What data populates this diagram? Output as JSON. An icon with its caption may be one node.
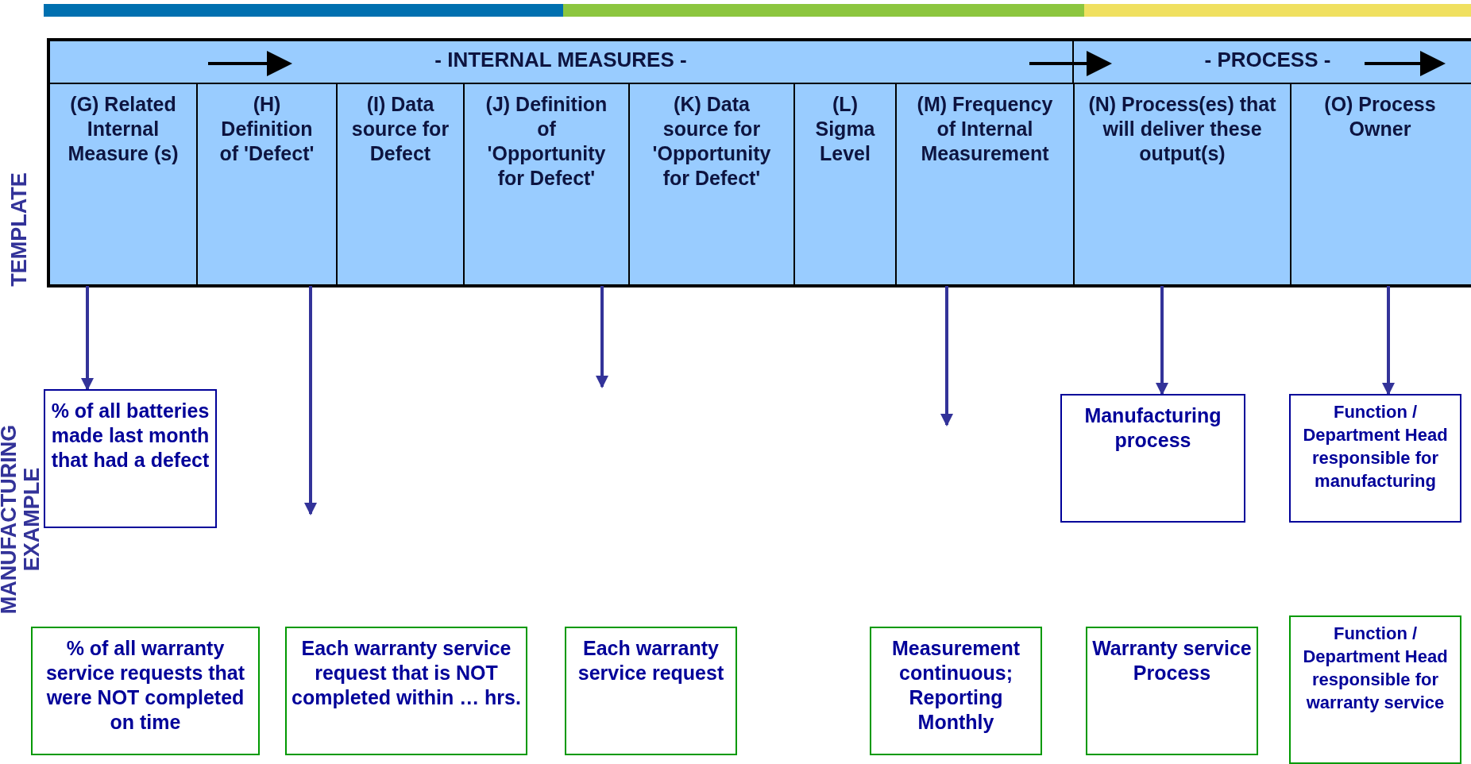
{
  "diagram": {
    "nodes": [
      {
        "text": [
          "(G) Related Internal Measure (s)"
        ]
      },
      {
        "text": [
          "(H) Definition of 'Defect'"
        ]
      },
      {
        "text": [
          "(I) Data source for Defect"
        ]
      },
      {
        "text": [
          "(J) Definition of 'Opportunity for Defect'"
        ]
      },
      {
        "text": [
          "(K) Data source for 'Opportunity for Defect'"
        ]
      },
      {
        "text": [
          "(L) Sigma Level"
        ]
      },
      {
        "text": [
          "(M) Frequency of Internal Measurement"
        ]
      },
      {
        "text": [
          "(N) Process(es) that will deliver these output(s)"
        ]
      },
      {
        "text": [
          "(O) Process Owner"
        ]
      },
      {
        "text": [
          "% of all batteries made last month that had a defect"
        ]
      },
      {
        "text": [
          "Manufacturing process"
        ]
      },
      {
        "text": [
          "Function / Department Head responsible for manufacturing"
        ]
      },
      {
        "text": [
          "% of all warranty service requests that were NOT completed on time"
        ]
      },
      {
        "text": [
          "Each warranty service request that is NOT completed within … hrs."
        ]
      },
      {
        "text": [
          "Each warranty service request"
        ]
      },
      {
        "text": [
          "Measurement continuous; Reporting Monthly"
        ]
      },
      {
        "text": [
          "Warranty service Process"
        ]
      },
      {
        "text": [
          "Function / Department Head responsible for warranty service"
        ]
      }
    ],
    "edges": [
      {
        "from": 0,
        "to": 9,
        "arrow": "to"
      },
      {
        "from": 1,
        "to": null,
        "arrow": "to"
      },
      {
        "from": 3,
        "to": null,
        "arrow": "to"
      },
      {
        "from": 6,
        "to": null,
        "arrow": "to"
      },
      {
        "from": 7,
        "to": 10,
        "arrow": "to"
      },
      {
        "from": 8,
        "to": 11,
        "arrow": "to"
      }
    ],
    "labels": [
      "- INTERNAL MEASURES -",
      "- PROCESS -",
      "TEMPLATE",
      "MANUFACTURING EXAMPLE"
    ]
  }
}
